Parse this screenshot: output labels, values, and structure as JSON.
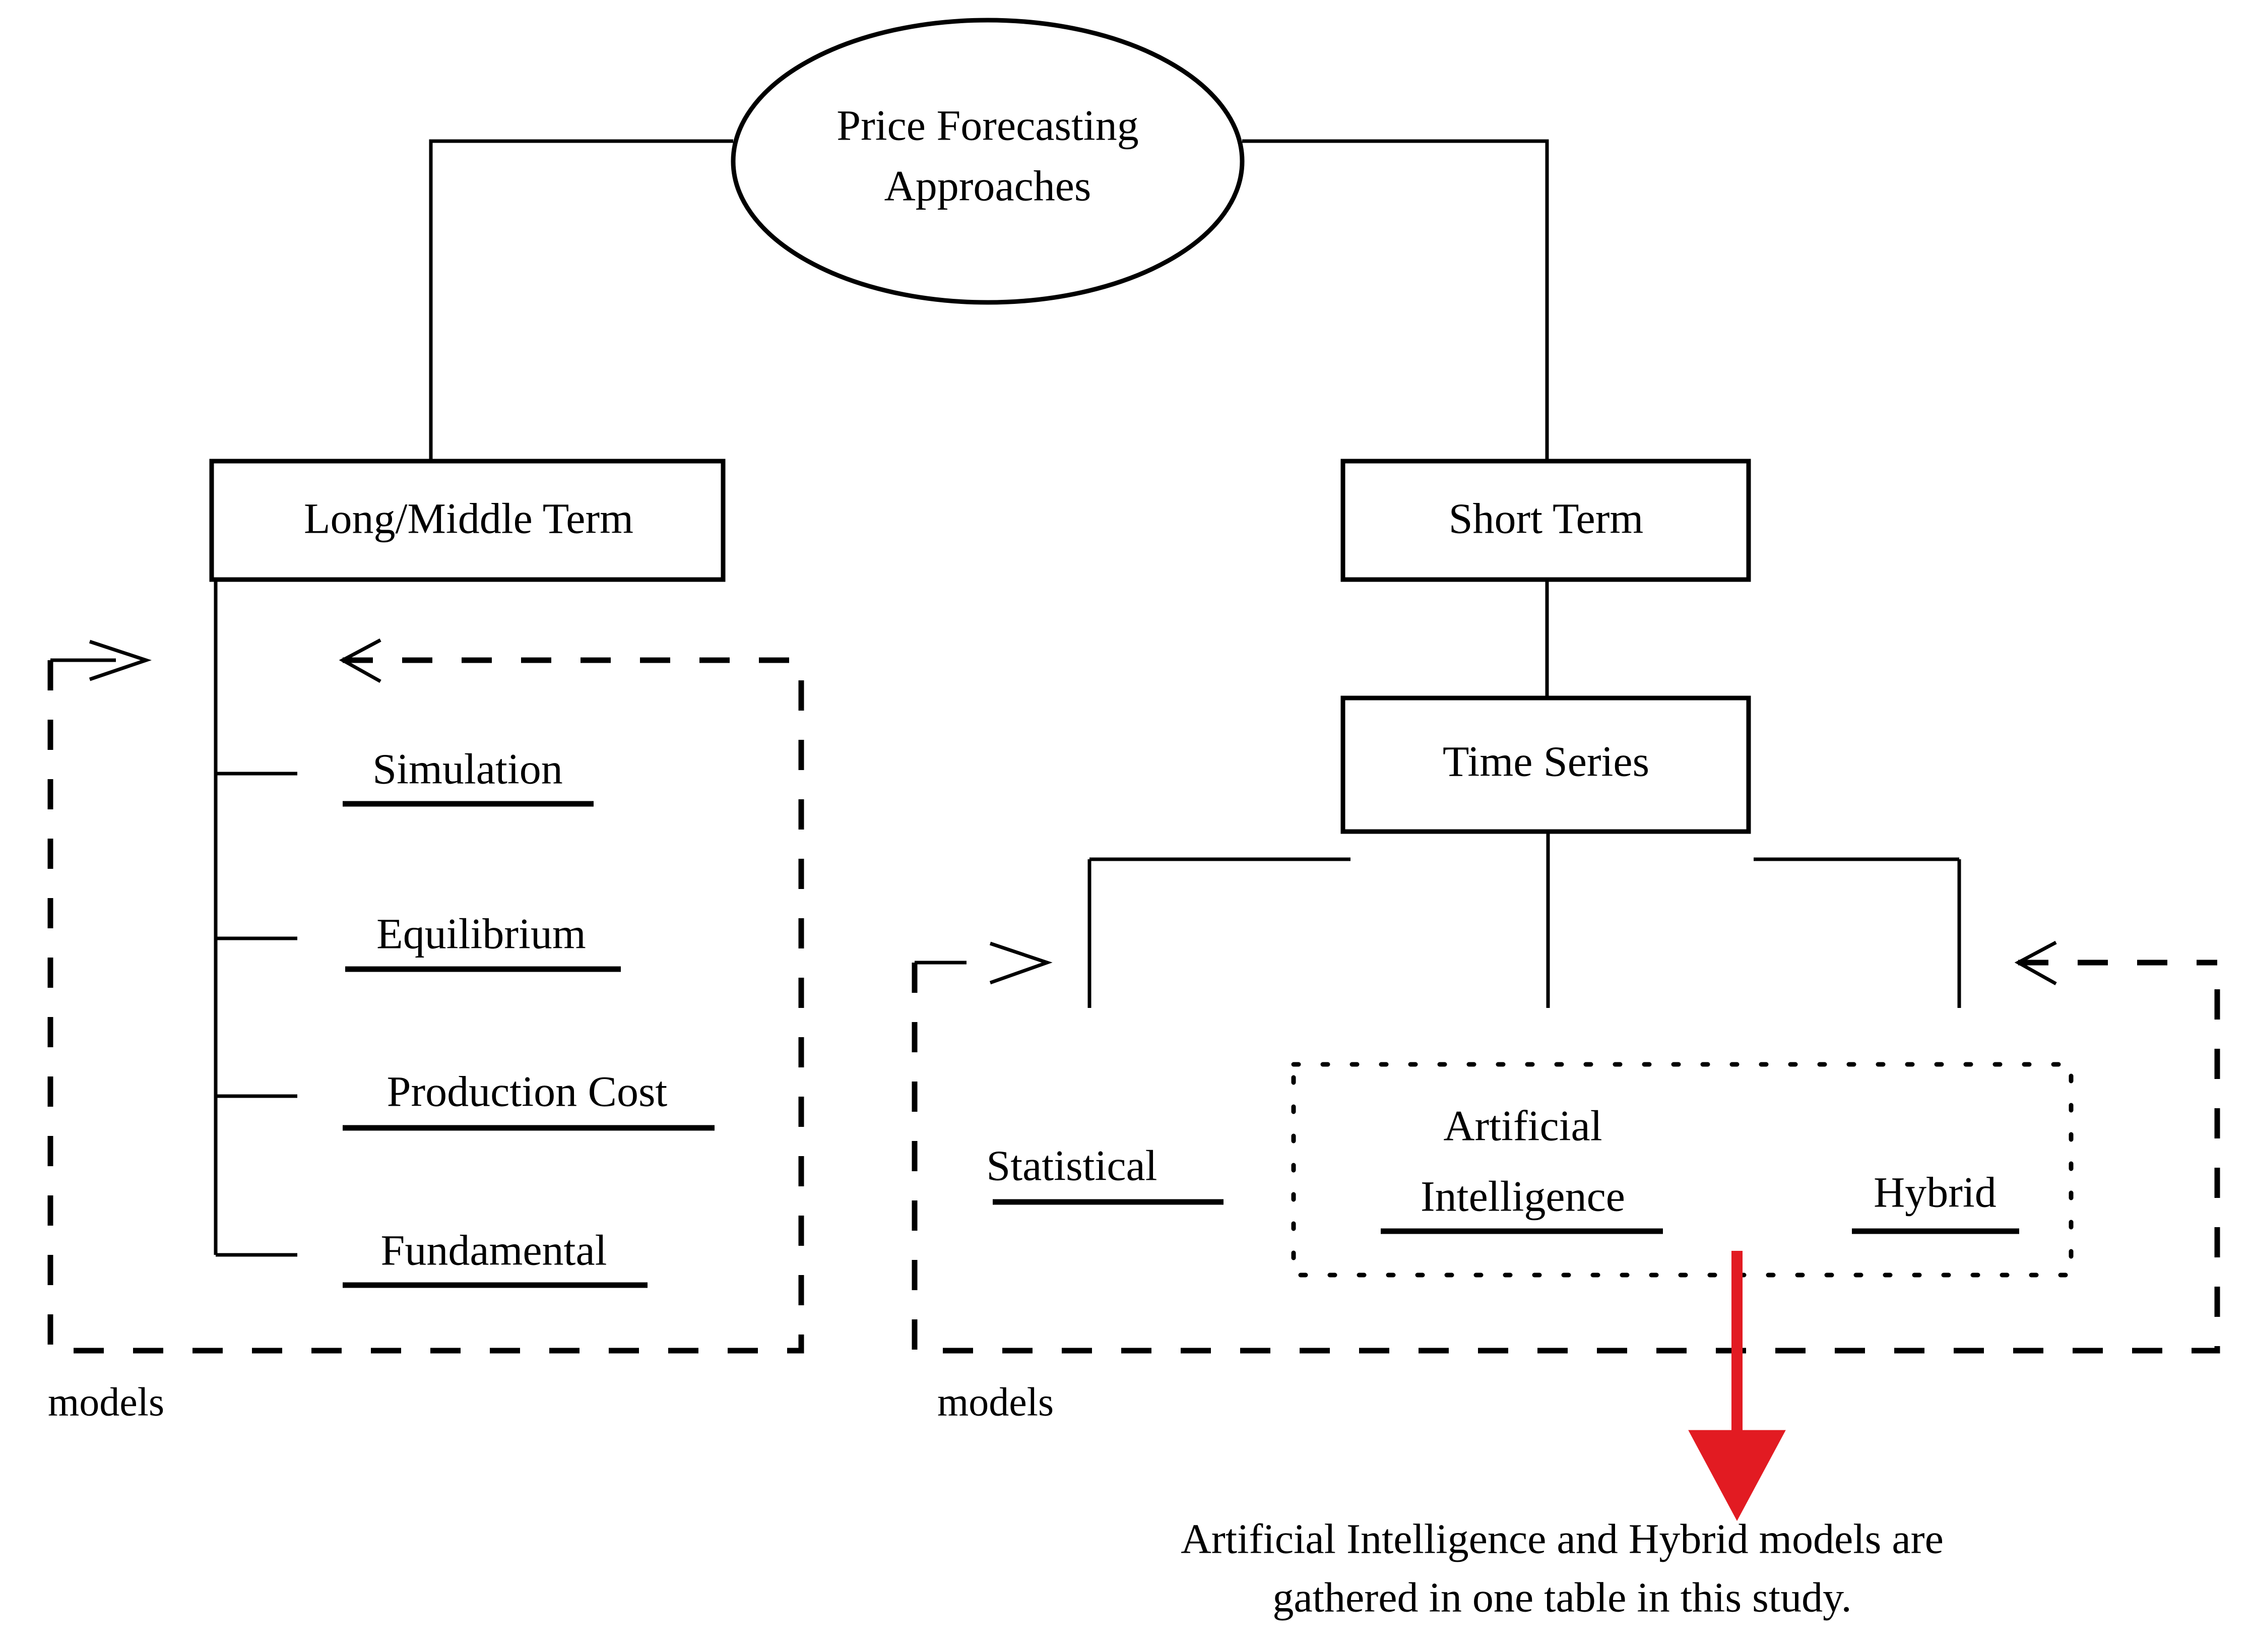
{
  "figure": {
    "title": "Price Forecasting Approaches taxonomy",
    "accent_red": "#E21B22",
    "line_color": "#000000",
    "background": "#ffffff"
  },
  "root": {
    "label_line1": "Price Forecasting",
    "label_line2": "Approaches"
  },
  "branches": {
    "left": {
      "box_label": "Long/Middle Term",
      "group_label": "models",
      "items": [
        {
          "label": "Simulation"
        },
        {
          "label": "Equilibrium"
        },
        {
          "label": "Production Cost"
        },
        {
          "label": "Fundamental"
        }
      ]
    },
    "right": {
      "box_label": "Short Term",
      "sub_box_label": "Time Series",
      "group_label": "models",
      "items": [
        {
          "label": "Statistical"
        },
        {
          "label_line1": "Artificial",
          "label_line2": "Intelligence"
        },
        {
          "label": "Hybrid"
        }
      ]
    }
  },
  "callout": {
    "line1": "Artificial Intelligence and  Hybrid  models are",
    "line2": "gathered in one table in this study."
  }
}
